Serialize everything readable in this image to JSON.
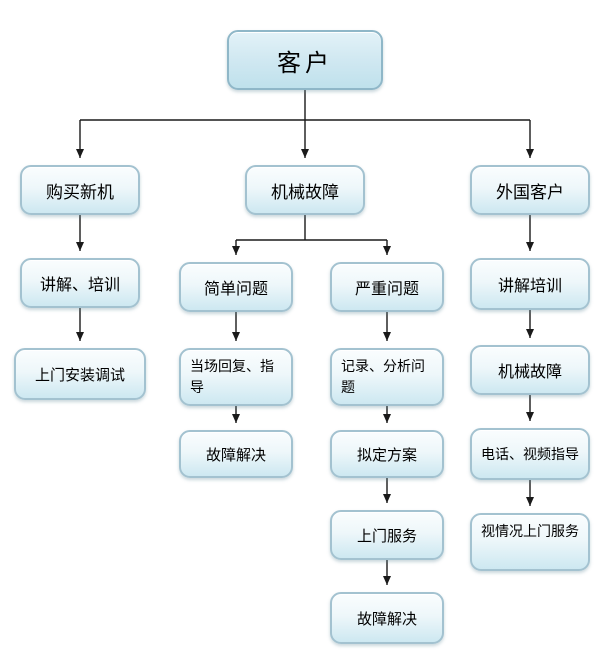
{
  "diagram": {
    "type": "flowchart",
    "nodes": {
      "kehu": {
        "label": "客户"
      },
      "goumai_xinji": {
        "label": "购买新机"
      },
      "jixie_guzhang": {
        "label": "机械故障"
      },
      "waiguo_kehu": {
        "label": "外国客户"
      },
      "jiangjie_peixun": {
        "label": "讲解、培训"
      },
      "shangmen_anzhuang_tiaoshi": {
        "label": "上门安装调试"
      },
      "jiandan_wenti": {
        "label": "简单问题"
      },
      "yanzhong_wenti": {
        "label": "严重问题"
      },
      "dangchang_huifu_zhidao": {
        "label": "当场回复、指导"
      },
      "guzhang_jiejue_1": {
        "label": "故障解决"
      },
      "jilu_fenxi_wenti": {
        "label": "记录、分析问题"
      },
      "niding_fangan": {
        "label": "拟定方案"
      },
      "shangmen_fuwu": {
        "label": "上门服务"
      },
      "guzhang_jiejue_2": {
        "label": "故障解决"
      },
      "jiangjie_peixun_2": {
        "label": "讲解培训"
      },
      "jixie_guzhang_2": {
        "label": "机械故障"
      },
      "dianhua_shipin_zhidao": {
        "label": "电话、视频指导"
      },
      "shiqingkuang_shangmen_fuwu": {
        "label": "视情况上门服务"
      }
    },
    "edges": [
      {
        "from": "kehu",
        "to": "goumai_xinji"
      },
      {
        "from": "kehu",
        "to": "jixie_guzhang"
      },
      {
        "from": "kehu",
        "to": "waiguo_kehu"
      },
      {
        "from": "goumai_xinji",
        "to": "jiangjie_peixun"
      },
      {
        "from": "jiangjie_peixun",
        "to": "shangmen_anzhuang_tiaoshi"
      },
      {
        "from": "jixie_guzhang",
        "to": "jiandan_wenti"
      },
      {
        "from": "jixie_guzhang",
        "to": "yanzhong_wenti"
      },
      {
        "from": "jiandan_wenti",
        "to": "dangchang_huifu_zhidao"
      },
      {
        "from": "dangchang_huifu_zhidao",
        "to": "guzhang_jiejue_1"
      },
      {
        "from": "yanzhong_wenti",
        "to": "jilu_fenxi_wenti"
      },
      {
        "from": "jilu_fenxi_wenti",
        "to": "niding_fangan"
      },
      {
        "from": "niding_fangan",
        "to": "shangmen_fuwu"
      },
      {
        "from": "shangmen_fuwu",
        "to": "guzhang_jiejue_2"
      },
      {
        "from": "waiguo_kehu",
        "to": "jiangjie_peixun_2"
      },
      {
        "from": "jiangjie_peixun_2",
        "to": "jixie_guzhang_2"
      },
      {
        "from": "jixie_guzhang_2",
        "to": "dianhua_shipin_zhidao"
      },
      {
        "from": "dianhua_shipin_zhidao",
        "to": "shiqingkuang_shangmen_fuwu"
      }
    ],
    "colors": {
      "box_border": "#a3c2d0",
      "box_fill_top": "#fafdfe",
      "box_fill_bottom": "#cde8f1",
      "title_fill_top": "#e3f2f8",
      "title_fill_bottom": "#bfe1ec",
      "connector_line": "#1a1a1a",
      "text": "#000000",
      "background": "#ffffff"
    }
  }
}
